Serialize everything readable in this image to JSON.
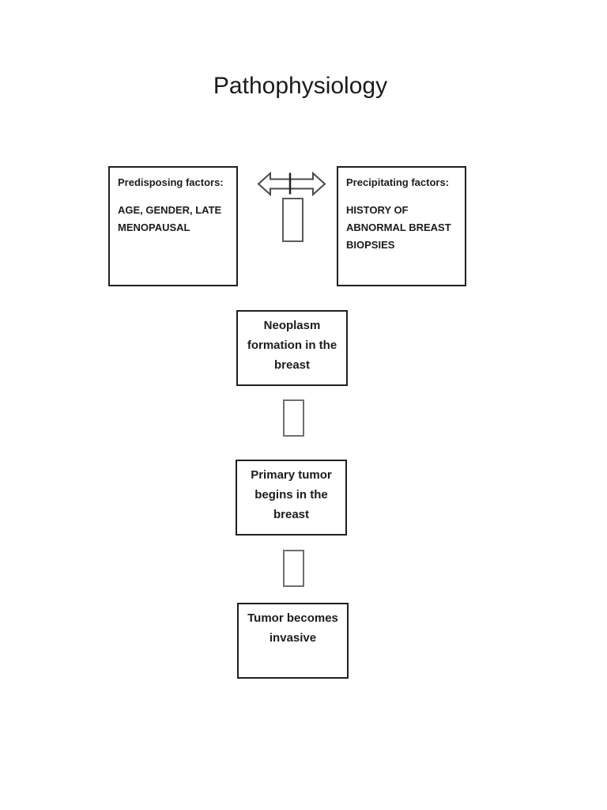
{
  "page": {
    "title": "Pathophysiology"
  },
  "colors": {
    "page_background": "#ffffff",
    "text": "#1c1c1c",
    "box_border": "#1f1f1f",
    "connector_border": "#6f6f6f",
    "arrow_outline": "#4a4a4a",
    "arrow_seam": "#222222"
  },
  "factor_boxes": [
    {
      "heading": "Predisposing factors:",
      "lines": [
        "AGE, GENDER, LATE",
        "MENOPAUSAL"
      ]
    },
    {
      "heading": "Precipitating factors:",
      "lines": [
        "HISTORY OF",
        "ABNORMAL BREAST",
        "BIOPSIES"
      ]
    }
  ],
  "flow_boxes": [
    {
      "lines": [
        "Neoplasm",
        "formation in the",
        "breast"
      ]
    },
    {
      "lines": [
        "Primary tumor",
        "begins in the",
        "breast"
      ]
    },
    {
      "lines": [
        "Tumor becomes",
        "invasive"
      ]
    }
  ],
  "icons": {
    "double_arrow": "left-right-block-arrow",
    "connectors": [
      "vertical-rectangle",
      "vertical-rectangle",
      "vertical-rectangle"
    ]
  }
}
